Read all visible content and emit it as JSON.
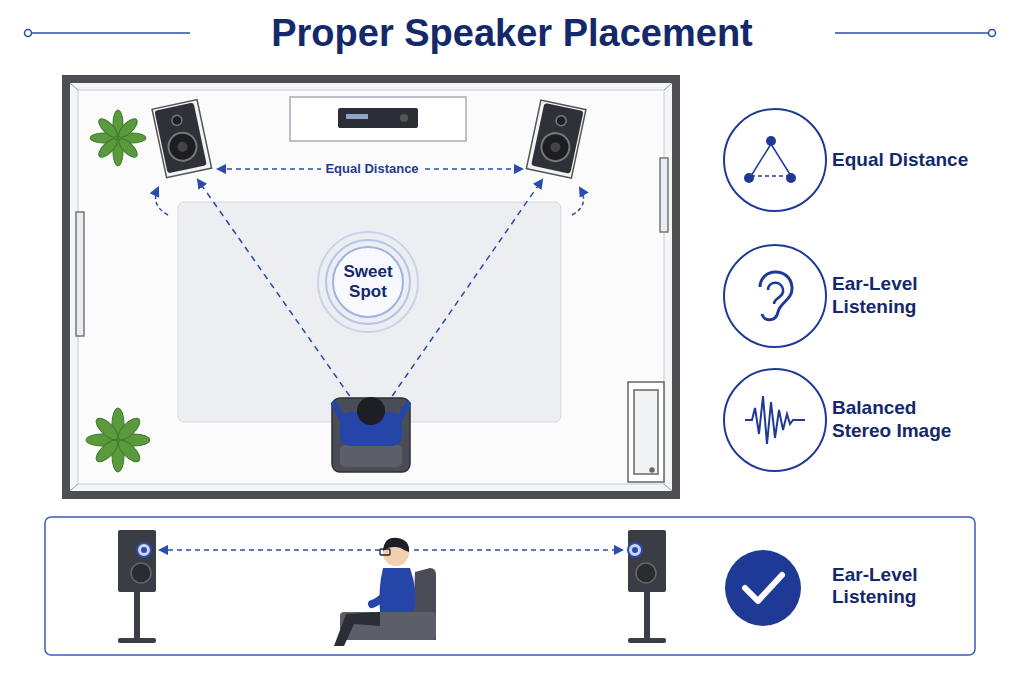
{
  "diagram": {
    "title": "Proper Speaker Placement",
    "nodes": [
      {
        "text": [
          "Sweet Spot"
        ]
      },
      {
        "text": [
          "Ear-Level Listening"
        ]
      }
    ],
    "labels": [
      "Equal Distance",
      "Equal Distance",
      "Ear-Level Listening",
      "Balanced Stereo Image"
    ]
  }
}
